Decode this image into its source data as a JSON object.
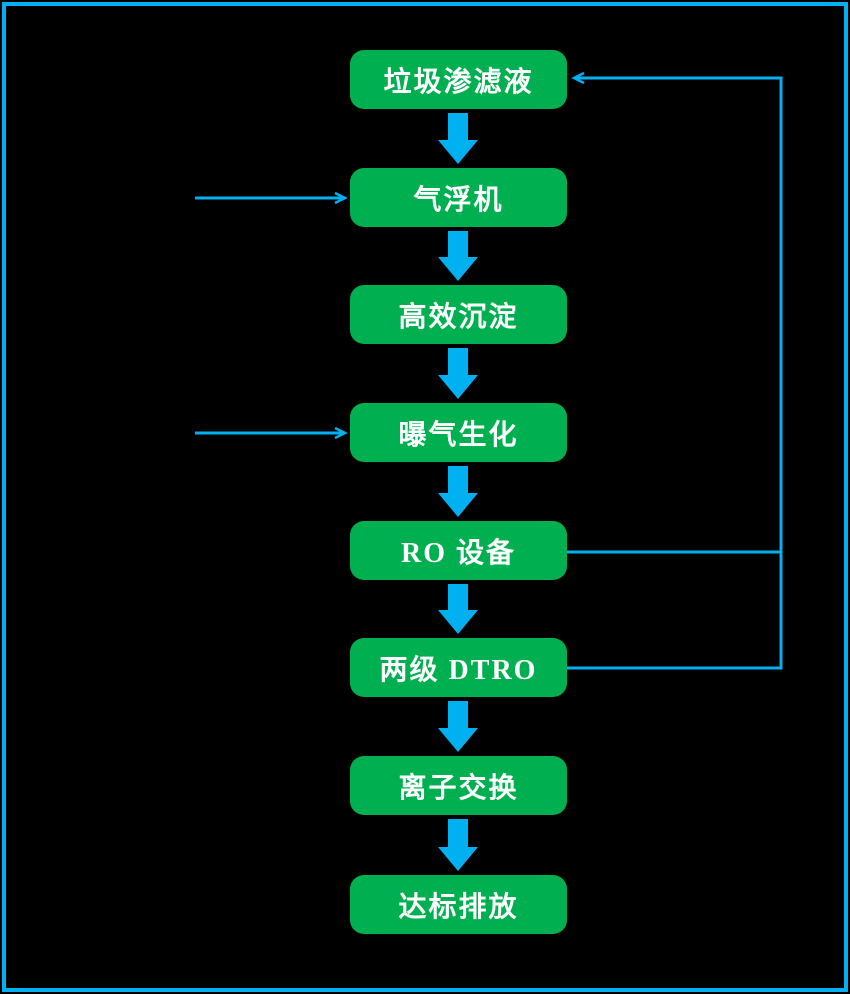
{
  "colors": {
    "background": "#000000",
    "node_fill": "#00B050",
    "node_text": "#FFFFFF",
    "arrow": "#00B0F0",
    "frame": "#00B0F0"
  },
  "nodes": [
    {
      "label": "垃圾渗滤液"
    },
    {
      "label": "气浮机"
    },
    {
      "label": "高效沉淀"
    },
    {
      "label": "曝气生化"
    },
    {
      "label": "RO 设备"
    },
    {
      "label": "两级 DTRO"
    },
    {
      "label": "离子交换"
    },
    {
      "label": "达标排放"
    }
  ],
  "edges": [
    {
      "from": "垃圾渗滤液",
      "to": "气浮机",
      "type": "main-flow"
    },
    {
      "from": "气浮机",
      "to": "高效沉淀",
      "type": "main-flow"
    },
    {
      "from": "高效沉淀",
      "to": "曝气生化",
      "type": "main-flow"
    },
    {
      "from": "曝气生化",
      "to": "RO 设备",
      "type": "main-flow"
    },
    {
      "from": "RO 设备",
      "to": "两级 DTRO",
      "type": "main-flow"
    },
    {
      "from": "两级 DTRO",
      "to": "离子交换",
      "type": "main-flow"
    },
    {
      "from": "离子交换",
      "to": "达标排放",
      "type": "main-flow"
    },
    {
      "from": "RO 设备",
      "to": "垃圾渗滤液",
      "type": "return-line"
    },
    {
      "from": "两级 DTRO",
      "to": "垃圾渗滤液",
      "type": "return-line"
    },
    {
      "from": "",
      "to": "气浮机",
      "type": "external-inflow"
    },
    {
      "from": "",
      "to": "曝气生化",
      "type": "external-inflow"
    }
  ]
}
